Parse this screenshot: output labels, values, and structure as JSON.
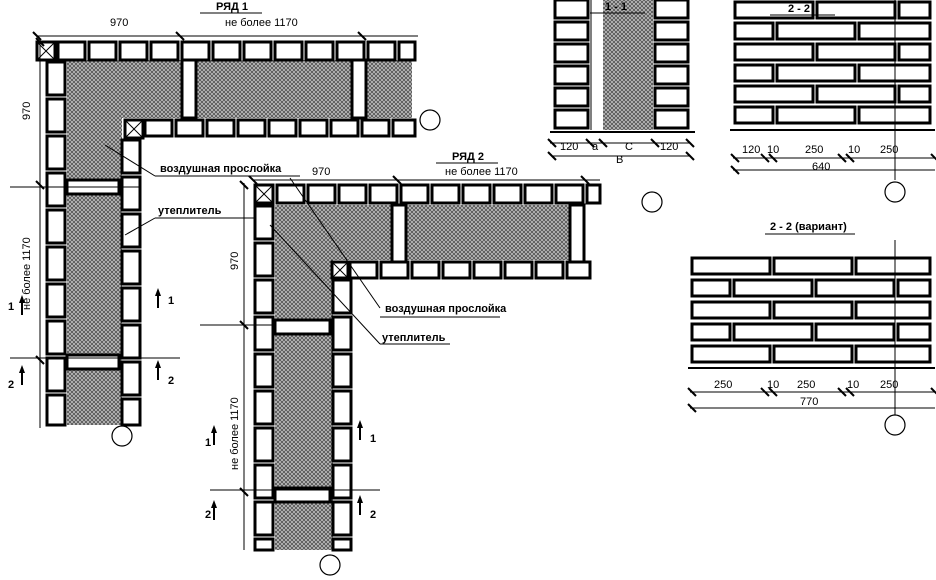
{
  "row1": {
    "title": "РЯД 1",
    "dim_top_left": "970",
    "dim_top_right": "не более 1170",
    "dim_side_top": "970",
    "dim_side_bottom": "не более 1170",
    "label_air": "воздушная прослойка",
    "label_insulation": "утеплитель",
    "cut1_left": "1",
    "cut1_right": "1",
    "cut2_left": "2",
    "cut2_right": "2"
  },
  "row2": {
    "title": "РЯД 2",
    "dim_top_left": "970",
    "dim_top_right": "не более 1170",
    "dim_side_top": "970",
    "dim_side_bottom": "не более 1170",
    "label_air": "воздушная прослойка",
    "label_insulation": "утеплитель",
    "cut1_left": "1",
    "cut1_right": "1",
    "cut2_left": "2",
    "cut2_right": "2"
  },
  "section11": {
    "title": "1 - 1",
    "dims": [
      "120",
      "a",
      "C",
      "120"
    ],
    "total": "B"
  },
  "section22": {
    "title": "2 - 2",
    "dims": [
      "120",
      "10",
      "250",
      "10",
      "250"
    ],
    "total": "640"
  },
  "section22v": {
    "title": "2 - 2 (вариант)",
    "dims": [
      "250",
      "10",
      "250",
      "10",
      "250"
    ],
    "total": "770"
  }
}
